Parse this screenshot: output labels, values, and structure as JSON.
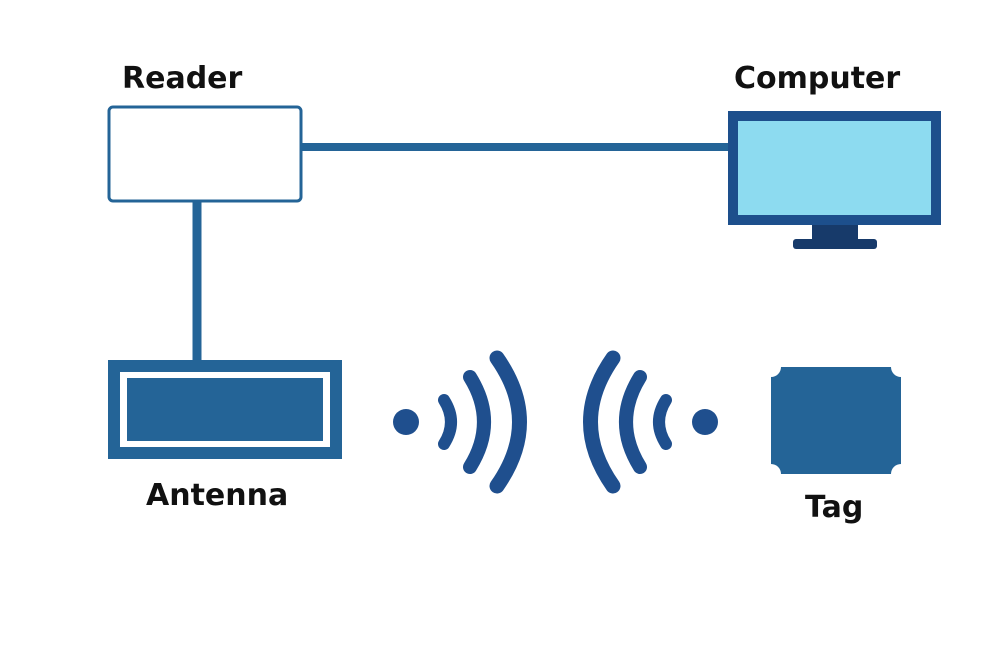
{
  "labels": {
    "reader": "Reader",
    "computer": "Computer",
    "antenna": "Antenna",
    "tag": "Tag"
  },
  "colors": {
    "primary": "#246497",
    "waves": "#1f4f8e",
    "monitor_frame": "#1d4f8c",
    "monitor_screen": "#8ddbf0",
    "monitor_base": "#173a6a",
    "reader_fill": "#ffffff",
    "text": "#111111"
  },
  "icons": {
    "reader": "reader-box",
    "computer": "monitor-icon",
    "antenna": "antenna-panel-icon",
    "tag": "rfid-tag-icon",
    "signal": "radio-waves-icon"
  }
}
